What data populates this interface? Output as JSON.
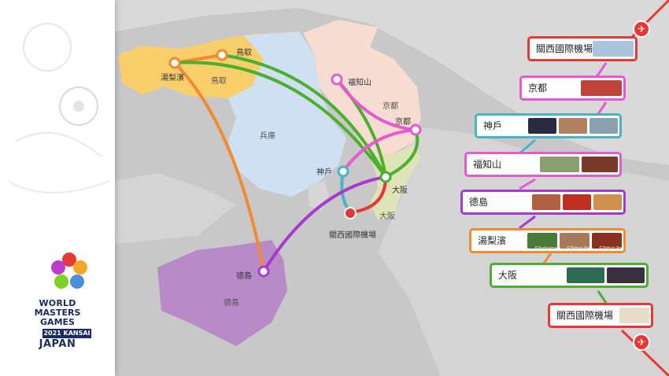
{
  "map": {
    "region_labels": {
      "tottori_pref": "鳥取",
      "hyogo_pref": "兵庫",
      "kyoto_pref": "京都",
      "osaka_pref": "大阪",
      "tokushima_pref": "德島"
    },
    "city_labels": {
      "yurihama": "湯梨濱",
      "tottori": "鳥取",
      "fukuchiyama": "福知山",
      "kyoto": "京都",
      "kobe": "神戶",
      "osaka": "大阪",
      "kix": "關西國際機場",
      "tokushima": "德島"
    },
    "route_colors": {
      "orange": "#f28a30",
      "green": "#4caf2e",
      "pink": "#e858d0",
      "blue": "#4ab3c8",
      "purple": "#a83ad0",
      "red": "#e53935"
    }
  },
  "itinerary": [
    {
      "label": "關西國際機場",
      "color": "#e53935"
    },
    {
      "label": "京都",
      "color": "#e858d0"
    },
    {
      "label": "神戶",
      "color": "#4ab3c8"
    },
    {
      "label": "福知山",
      "color": "#e858d0"
    },
    {
      "label": "德島",
      "color": "#a83ad0"
    },
    {
      "label": "湯梨濱",
      "color": "#f28a30"
    },
    {
      "label": "大阪",
      "color": "#4caf2e"
    },
    {
      "label": "關西國際機場",
      "color": "#e53935"
    }
  ],
  "photo_credits": {
    "yurihama_1": "©Yurihama",
    "yurihama_2": "©Tottori Pref.",
    "yurihama_3": "©Tottori Pref."
  },
  "logo": {
    "line1": "WORLD",
    "line2": "MASTERS",
    "line3": "GAMES",
    "year": "2021 KANSAI",
    "country": "JAPAN"
  },
  "icons": {
    "airport": "airplane-icon"
  }
}
